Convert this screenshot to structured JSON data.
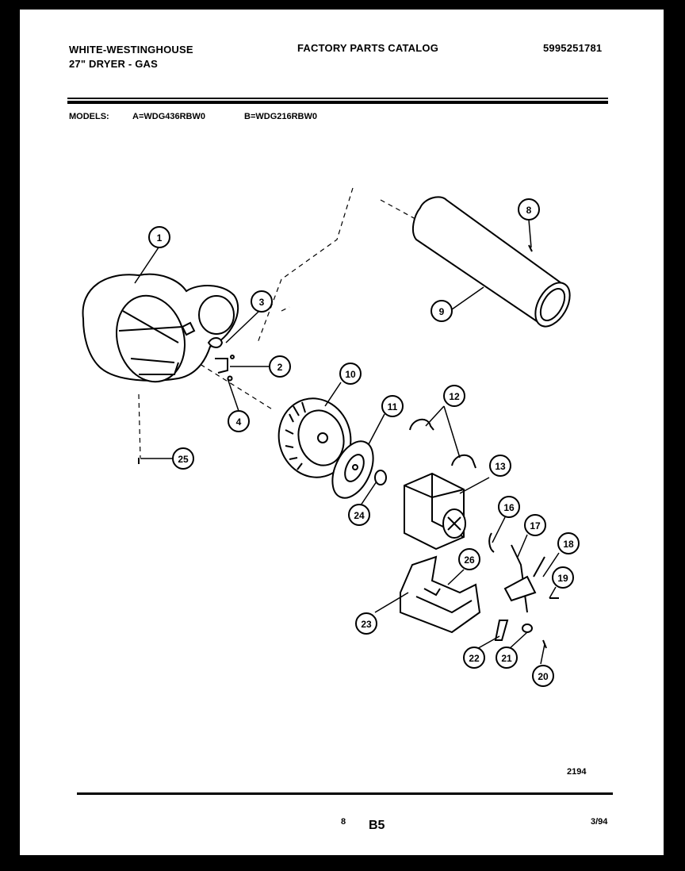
{
  "header": {
    "brand": "WHITE-WESTINGHOUSE",
    "product": "27\" DRYER - GAS",
    "catalog_title": "FACTORY PARTS CATALOG",
    "catalog_number": "5995251781"
  },
  "models": {
    "label": "MODELS:",
    "model_a": "A=WDG436RBW0",
    "model_b": "B=WDG216RBW0"
  },
  "callouts": [
    {
      "id": "c1",
      "label": "1"
    },
    {
      "id": "c2",
      "label": "2"
    },
    {
      "id": "c3",
      "label": "3"
    },
    {
      "id": "c4",
      "label": "4"
    },
    {
      "id": "c8",
      "label": "8"
    },
    {
      "id": "c9",
      "label": "9"
    },
    {
      "id": "c10",
      "label": "10"
    },
    {
      "id": "c11",
      "label": "11"
    },
    {
      "id": "c12",
      "label": "12"
    },
    {
      "id": "c13",
      "label": "13"
    },
    {
      "id": "c16",
      "label": "16"
    },
    {
      "id": "c17",
      "label": "17"
    },
    {
      "id": "c18",
      "label": "18"
    },
    {
      "id": "c19",
      "label": "19"
    },
    {
      "id": "c20",
      "label": "20"
    },
    {
      "id": "c21",
      "label": "21"
    },
    {
      "id": "c22",
      "label": "22"
    },
    {
      "id": "c23",
      "label": "23"
    },
    {
      "id": "c24",
      "label": "24"
    },
    {
      "id": "c25",
      "label": "25"
    },
    {
      "id": "c26",
      "label": "26"
    }
  ],
  "footer": {
    "drawing_number": "2194",
    "page_number": "8",
    "section": "B5",
    "date": "3/94"
  }
}
